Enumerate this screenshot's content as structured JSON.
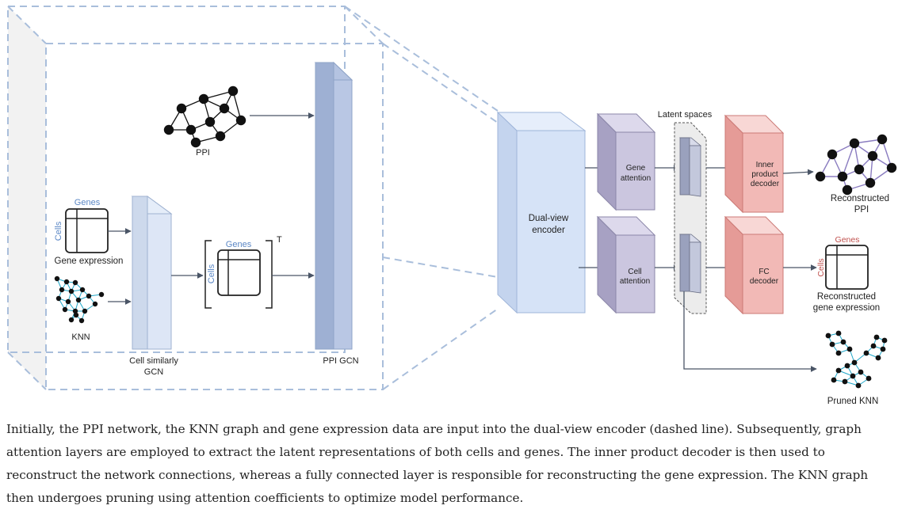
{
  "labels": {
    "ppi": "PPI",
    "genes_header": "Genes",
    "cells_header": "Cells",
    "gene_expression": "Gene expression",
    "knn": "KNN",
    "cell_similarly_gcn": [
      "Cell similarly",
      "GCN"
    ],
    "transpose_genes": "Genes",
    "transpose_cells": "Cells",
    "transpose_mark": "T",
    "ppi_gcn": "PPI GCN",
    "dual_view_encoder": [
      "Dual-view",
      "encoder"
    ],
    "gene_attention": [
      "Gene",
      "attention"
    ],
    "cell_attention": [
      "Cell",
      "attention"
    ],
    "latent_spaces": "Latent spaces",
    "inner_product_decoder": [
      "Inner",
      "product",
      "decoder"
    ],
    "fc_decoder": [
      "FC",
      "decoder"
    ],
    "reconstructed_ppi": [
      "Reconstructed",
      "PPI"
    ],
    "out_genes": "Genes",
    "out_cells": "Cells",
    "reconstructed_gene_expression": [
      "Reconstructed",
      "gene expression"
    ],
    "pruned_knn": "Pruned KNN"
  },
  "caption": "Initially, the PPI network, the KNN graph and gene expression data are input into the dual-view encoder (dashed line). Subsequently, graph attention layers are employed to extract the latent representations of both cells and genes. The inner product decoder is then used to reconstruct the network connections, whereas a fully connected layer is responsible for reconstructing the gene expression. The KNN graph then undergoes pruning using attention coefficients to optimize model performance.",
  "colors": {
    "dashed_box": "#a9bedb",
    "cell_gcn": "#dbe5f5",
    "ppi_gcn": "#aebfdd",
    "encoder": "#d6e3f7",
    "attention": "#c9c5dd",
    "decoder": "#f2b9b6",
    "genes_text": "#5b87c5",
    "out_genes_text": "#c0504d",
    "knn_edge": "#1ea6c8",
    "ppi_edge": "#8a7cc0"
  }
}
